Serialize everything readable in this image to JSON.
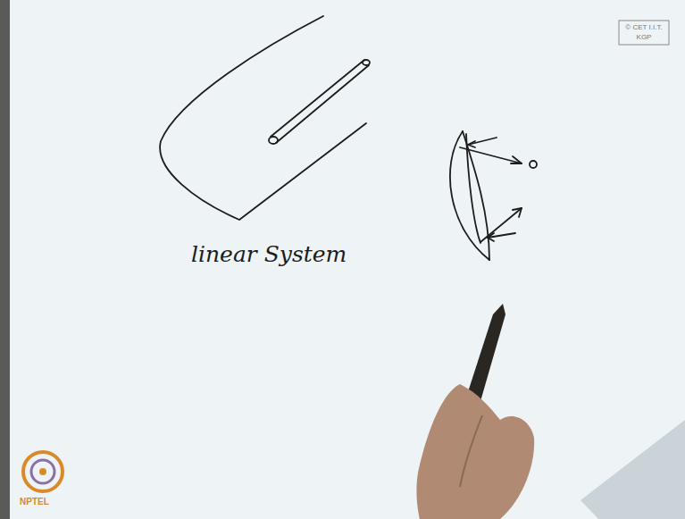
{
  "diagram": {
    "labels": [
      "linear System",
      "© CET I.I.T. KGP",
      "NPTEL"
    ]
  }
}
